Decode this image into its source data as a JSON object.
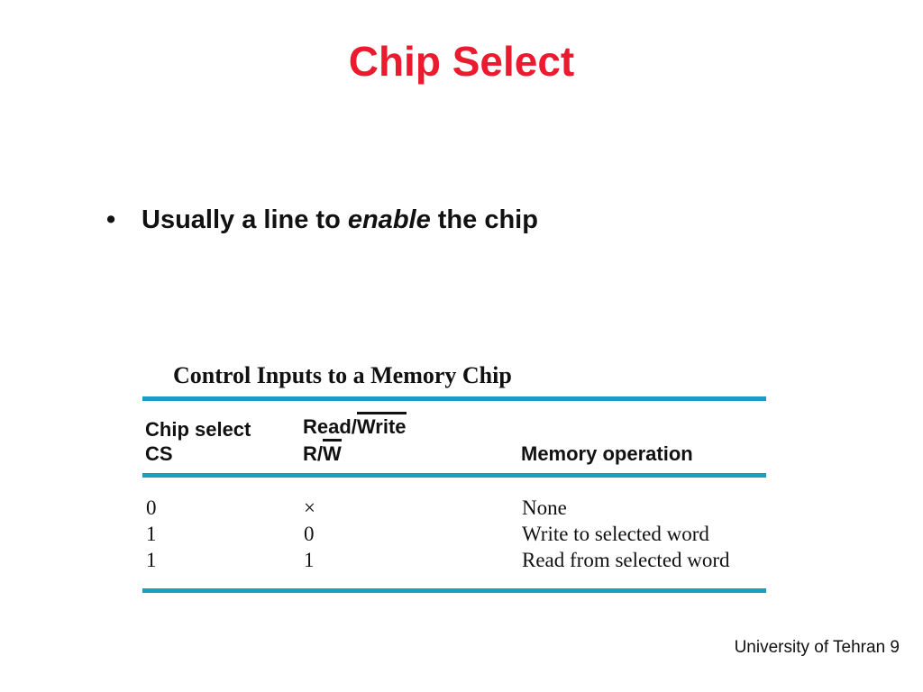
{
  "slide": {
    "title": "Chip Select",
    "title_color": "#EB1A2E",
    "bullet": {
      "marker": "•",
      "prefix": "Usually a line to ",
      "emphasis": "enable",
      "suffix": " the chip"
    },
    "figure": {
      "caption": "Control Inputs to a Memory Chip",
      "rule_color": "#199CC6",
      "header": {
        "col1_line1": "Chip select",
        "col1_line2": "CS",
        "col2_line1_pre": "Read/",
        "col2_line1_over": "Write",
        "col2_line2_pre": "R/",
        "col2_line2_over": "W",
        "col3": "Memory operation"
      },
      "rows": [
        {
          "cs": "0",
          "rw": "×",
          "op": "None"
        },
        {
          "cs": "1",
          "rw": "0",
          "op": "Write to selected word"
        },
        {
          "cs": "1",
          "rw": "1",
          "op": "Read from selected word"
        }
      ]
    },
    "footer": {
      "text": "University of Tehran",
      "page_number": "9"
    }
  }
}
